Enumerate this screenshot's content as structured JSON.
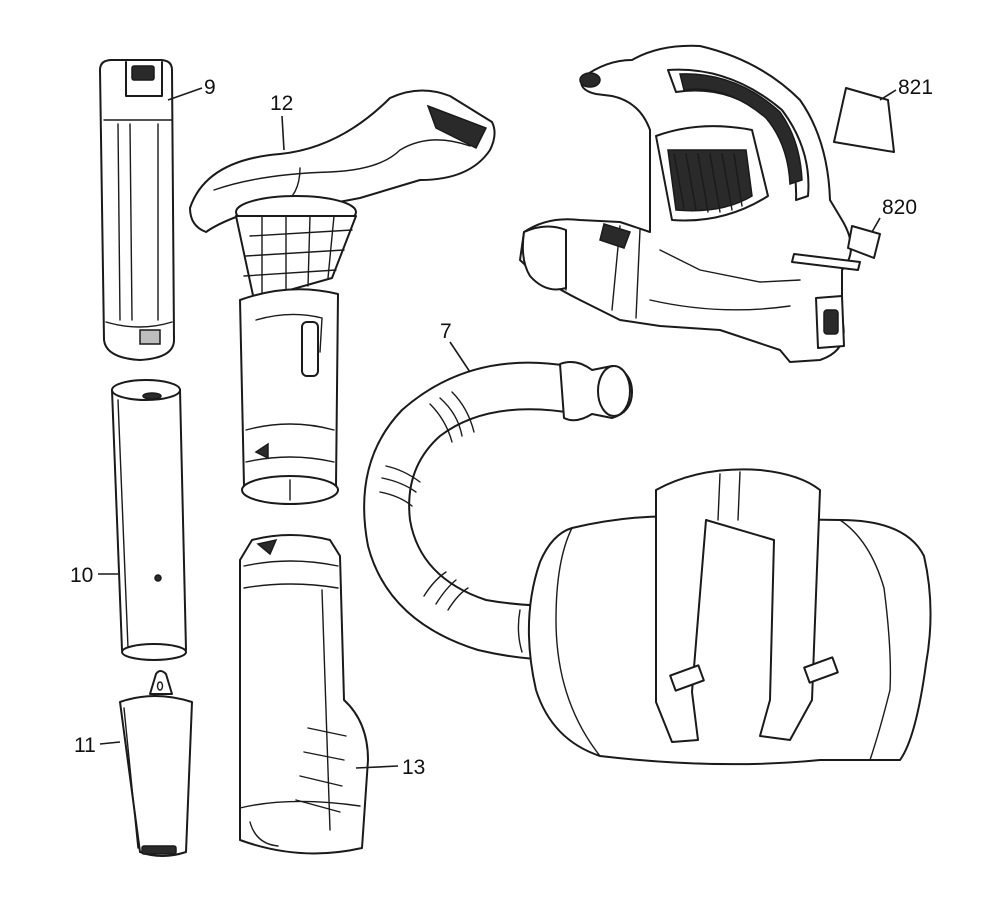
{
  "callouts": {
    "c9": "9",
    "c12": "12",
    "c821": "821",
    "c820": "820",
    "c7": "7",
    "c10": "10",
    "c11": "11",
    "c13": "13"
  },
  "colors": {
    "line": "#1a1a1a",
    "fill": "#ffffff",
    "shade": "#bdbdbd"
  }
}
